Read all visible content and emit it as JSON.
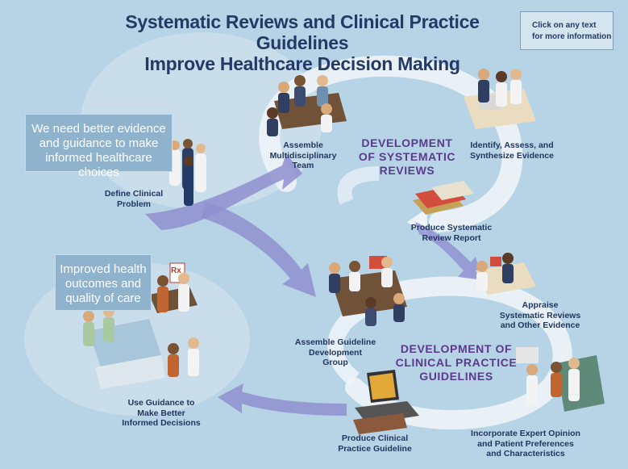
{
  "header": {
    "title_line1": "Systematic Reviews and Clinical Practice Guidelines",
    "title_line2": "Improve Healthcare Decision Making",
    "note_line1": "Click on any text",
    "note_line2": "for more information"
  },
  "quotes": {
    "need_line1": "We need better evidence",
    "need_line2": "and guidance to make",
    "need_line3": "informed healthcare choices",
    "outcome_line1": "Improved health",
    "outcome_line2": "outcomes and",
    "outcome_line3": "quality of care"
  },
  "phases": {
    "sr_line1": "DEVELOPMENT",
    "sr_line2": "OF SYSTEMATIC",
    "sr_line3": "REVIEWS",
    "cpg_line1": "DEVELOPMENT OF",
    "cpg_line2": "CLINICAL PRACTICE",
    "cpg_line3": "GUIDELINES"
  },
  "steps": {
    "define_1": "Define Clinical",
    "define_2": "Problem",
    "team_1": "Assemble",
    "team_2": "Multidisciplinary",
    "team_3": "Team",
    "identify_1": "Identify, Assess, and",
    "identify_2": "Synthesize Evidence",
    "report_1": "Produce Systematic",
    "report_2": "Review Report",
    "guideline_group_1": "Assemble Guideline",
    "guideline_group_2": "Development",
    "guideline_group_3": "Group",
    "appraise_1": "Appraise",
    "appraise_2": "Systematic Reviews",
    "appraise_3": "and Other Evidence",
    "incorporate_1": "Incorporate Expert Opinion",
    "incorporate_2": "and Patient Preferences",
    "incorporate_3": "and Characteristics",
    "produce_cpg_1": "Produce Clinical",
    "produce_cpg_2": "Practice Guideline",
    "use_1": "Use Guidance to",
    "use_2": "Make Better",
    "use_3": "Informed Decisions"
  },
  "rx_symbol": "Rx",
  "colors": {
    "background": "#b7d3e6",
    "title": "#233a66",
    "phase": "#5b3a8c",
    "arrow_purple": "#8f8fcf",
    "cycle_white": "#eef4f8"
  }
}
